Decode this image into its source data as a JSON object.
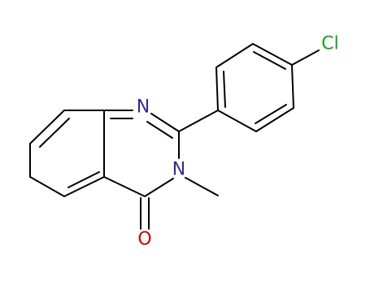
{
  "molecule": {
    "atoms": {
      "n1": {
        "symbol": "N",
        "color": "#2e2e8f"
      },
      "n3": {
        "symbol": "N",
        "color": "#2e2e8f"
      },
      "cl": {
        "symbol": "Cl",
        "color": "#1f9a1f"
      },
      "o": {
        "symbol": "O",
        "color": "#cc0000"
      }
    }
  }
}
